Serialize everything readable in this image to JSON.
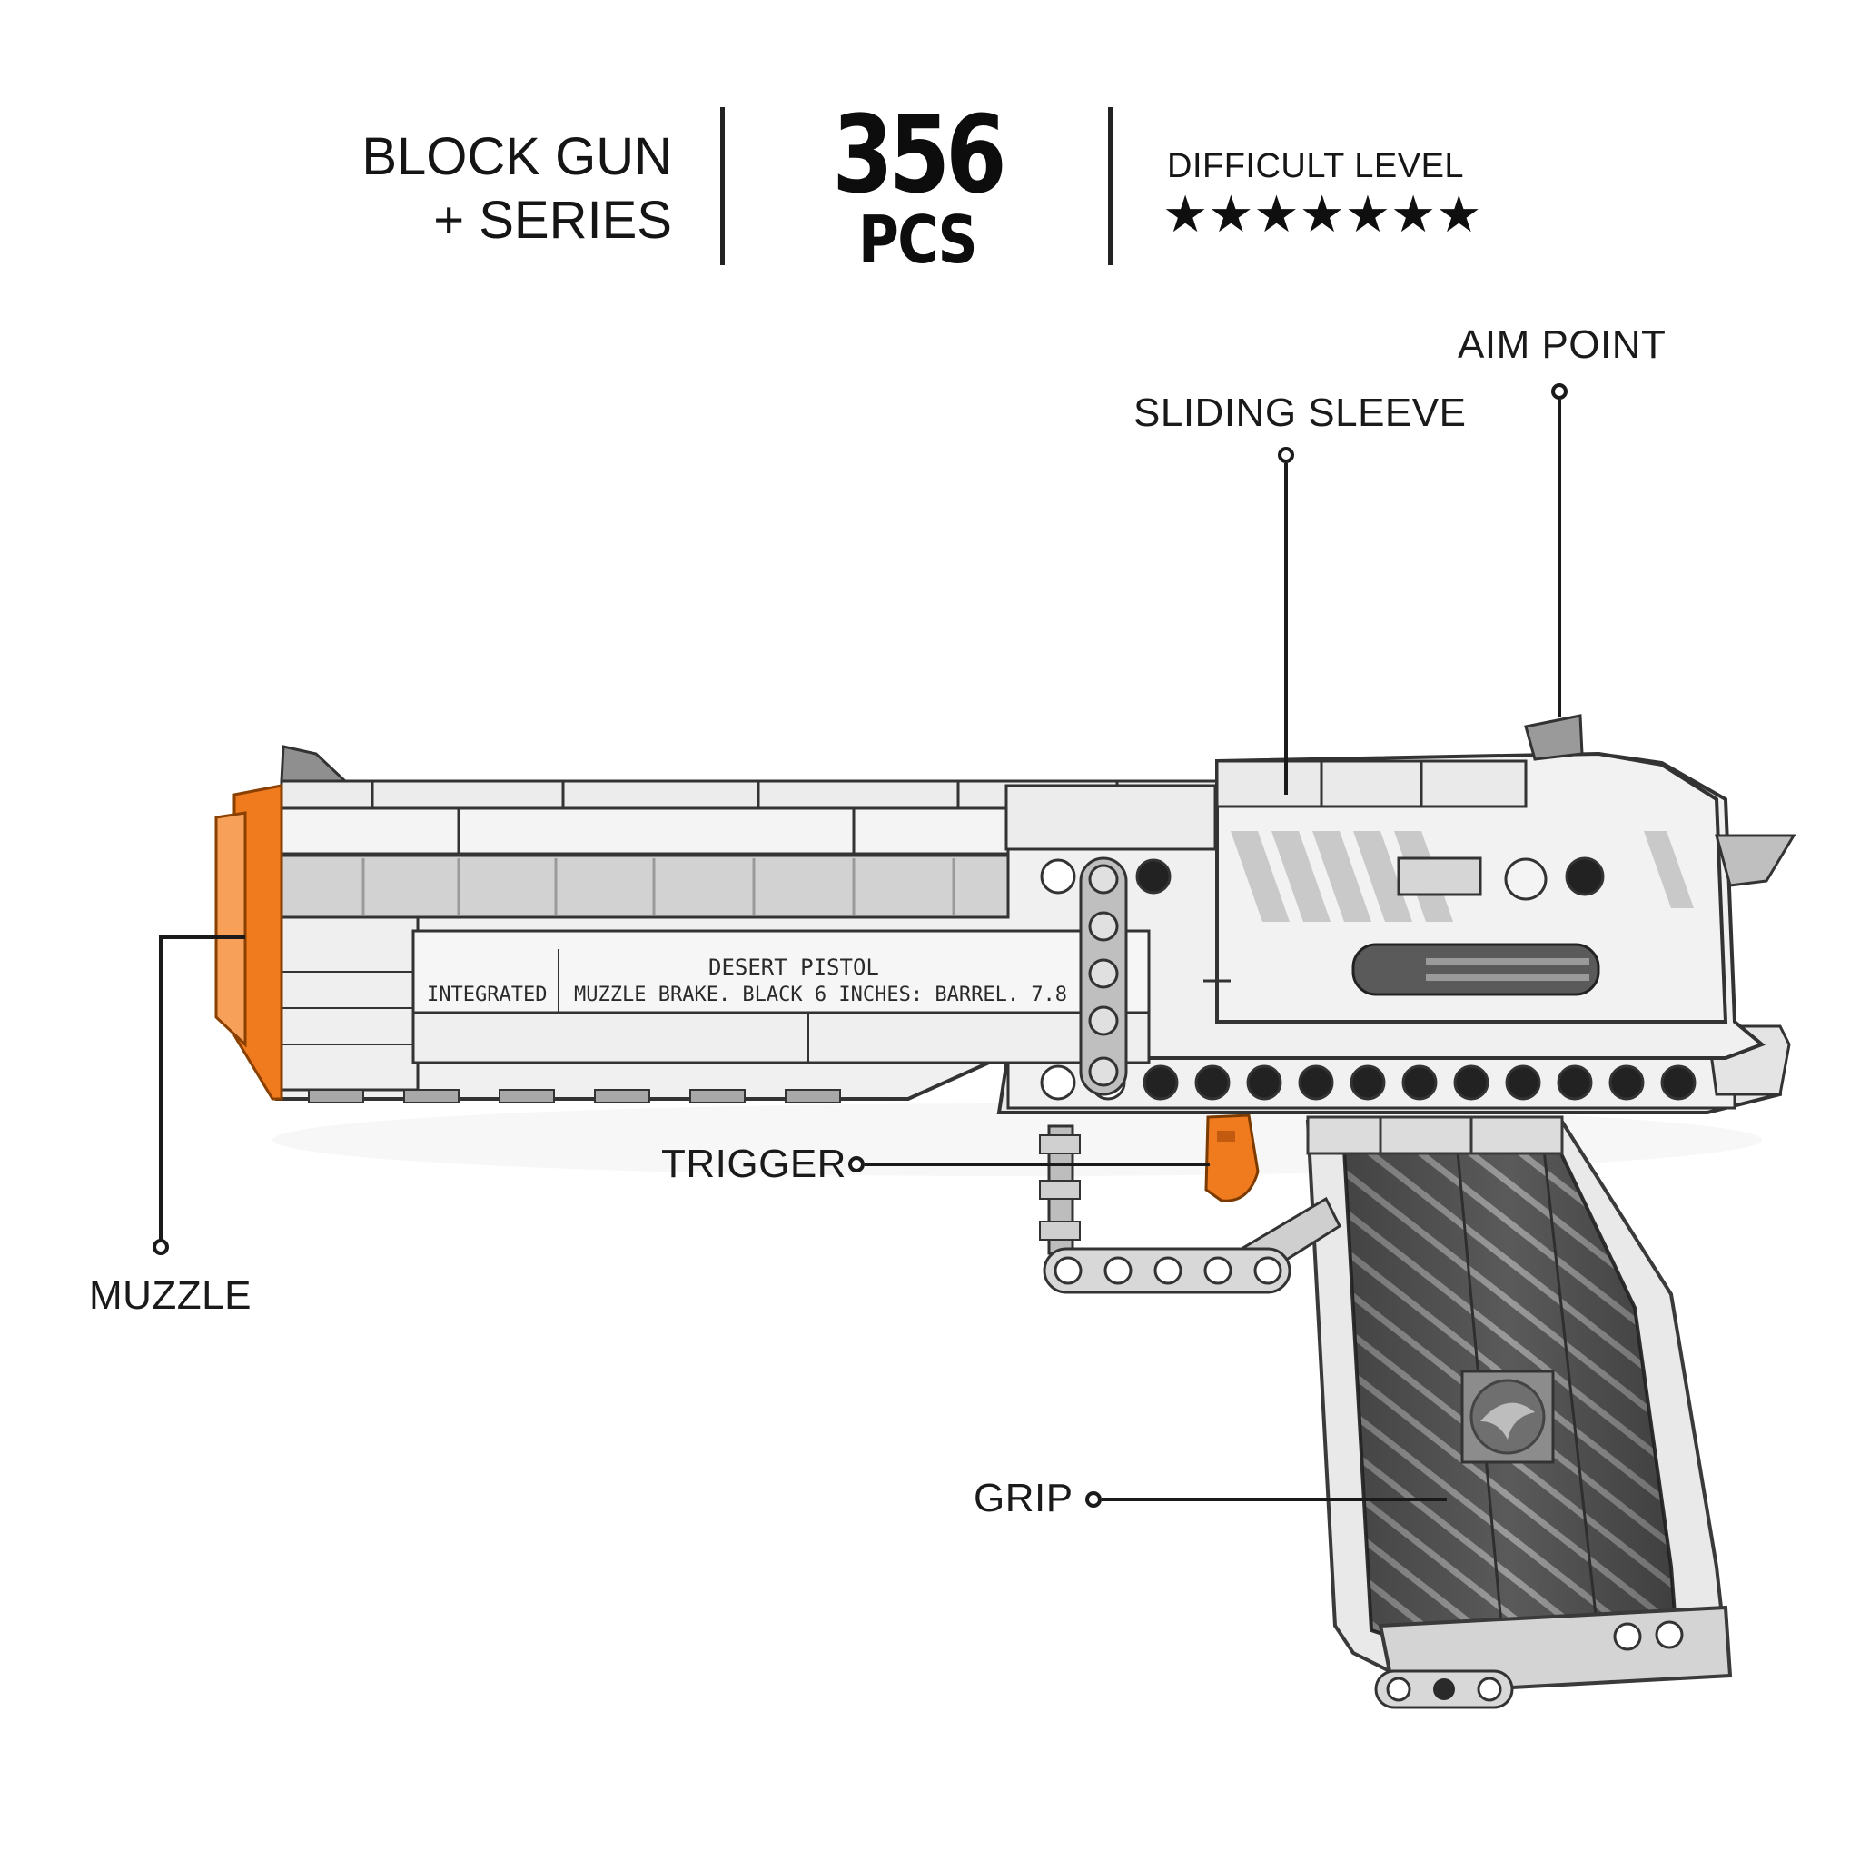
{
  "header": {
    "series_line1": "BLOCK GUN",
    "series_line2": "+ SERIES",
    "piece_count": "356",
    "piece_unit": "PCS",
    "difficulty_label": "DIFFICULT LEVEL",
    "difficulty_stars": "★★★★★★★",
    "difficulty_level": 7
  },
  "callouts": {
    "aim_point": "AIM POINT",
    "sliding_sleeve": "SLIDING SLEEVE",
    "muzzle": "MUZZLE",
    "trigger": "TRIGGER",
    "grip": "GRIP"
  },
  "gun_inscription": {
    "model_line": "DESERT PISTOL",
    "cell_1": "INTEGRATED",
    "cell_2": "MUZZLE BRAKE.  BLACK 6  INCHES:  BARREL.  7.8"
  },
  "colors": {
    "body_light": "#eeeeee",
    "body_mid": "#cfcfcf",
    "accent_orange": "#f07a1e",
    "grip_dark": "#4a4a4a",
    "outline": "#3a3a3a"
  }
}
